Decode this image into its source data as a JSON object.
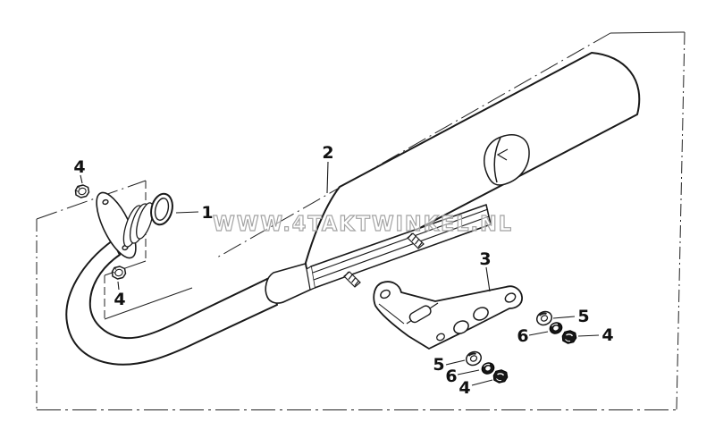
{
  "diagram": {
    "watermark": "WWW.4TAKTWINKEL.NL",
    "background": "#ffffff",
    "line_color": "#1a1a1a",
    "watermark_color": "#a3a3a3",
    "callouts": [
      {
        "label": "4"
      },
      {
        "label": "1"
      },
      {
        "label": "2"
      },
      {
        "label": "4"
      },
      {
        "label": "3"
      },
      {
        "label": "5"
      },
      {
        "label": "6"
      },
      {
        "label": "4"
      },
      {
        "label": "5"
      },
      {
        "label": "6"
      },
      {
        "label": "4"
      }
    ]
  }
}
